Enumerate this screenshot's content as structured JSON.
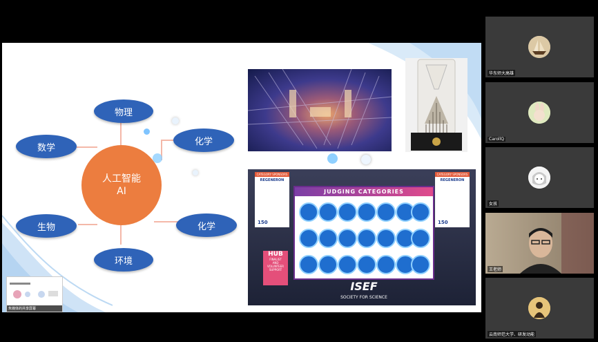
{
  "slide": {
    "center_line1": "人工智能",
    "center_line2": "AI",
    "bubbles": [
      "物理",
      "化学",
      "数学",
      "生物",
      "化学",
      "环境"
    ],
    "isef": {
      "left_banner": "CATEGORY SPONSORS",
      "left_sponsor": "REGENERON",
      "judging_title": "JUDGING CATEGORIES",
      "right_banner": "CATEGORY SPONSORS",
      "right_sponsor": "REGENERON",
      "hub_title": "HUB",
      "hub_sub1": "FINALIST",
      "hub_sub2": "AND",
      "hub_sub3": "VOLUNTEER",
      "hub_sub4": "SUPPORT",
      "isef_logo": "ISEF",
      "isef_sub": "SOCIETY FOR SCIENCE",
      "badge_left": "150",
      "badge_right": "150"
    },
    "mini_caption": "朱媒体的共享屏幕"
  },
  "participants": [
    {
      "name": "华东师大高雄"
    },
    {
      "name": "CarollQ"
    },
    {
      "name": "女孩"
    },
    {
      "name": "王老师"
    },
    {
      "name": "云南师范大学、研发动能"
    }
  ],
  "colors": {
    "bubble": "#2f63b8",
    "center": "#ec7d3f",
    "tile": "#3a3a3a"
  }
}
